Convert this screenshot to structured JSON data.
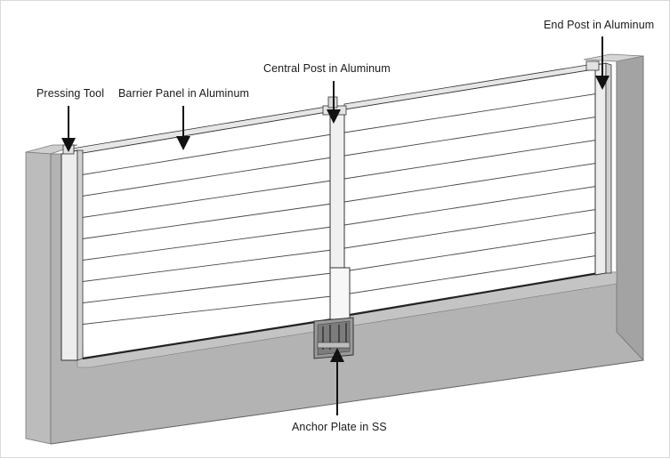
{
  "labels": {
    "pressing_tool": "Pressing Tool",
    "barrier_panel": "Barrier Panel in Aluminum",
    "central_post": "Central Post in Aluminum",
    "end_post": "End Post in Aluminum",
    "anchor_plate": "Anchor Plate in SS"
  },
  "colors": {
    "wall_front": "#b0b0b0",
    "wall_top": "#d4d4d4",
    "wall_side": "#9c9c9c",
    "panel": "#ffffff",
    "post": "#ececec",
    "line": "#3a3a3a",
    "arrow": "#111111"
  }
}
